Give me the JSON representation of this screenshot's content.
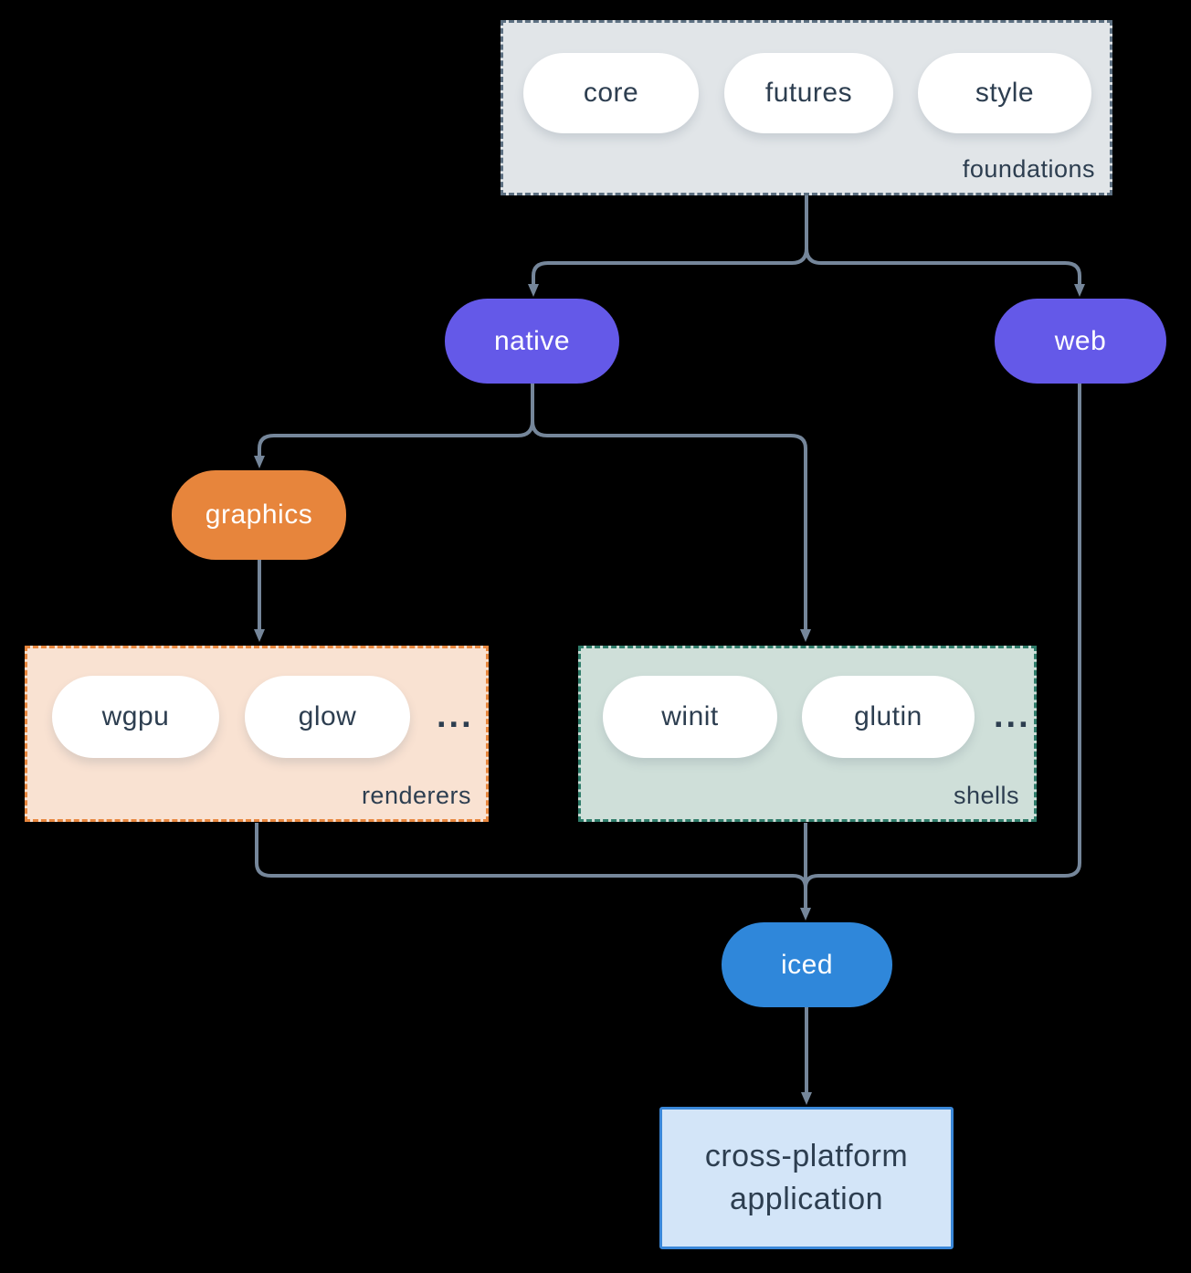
{
  "diagram": {
    "background": "#000000",
    "line_color": "#75869a",
    "text_color": "#2d3e50",
    "groups": {
      "foundations": {
        "label": "foundations",
        "pills": [
          "core",
          "futures",
          "style"
        ],
        "bg": "#e1e5e8",
        "border": "#5d7082"
      },
      "renderers": {
        "label": "renderers",
        "pills": [
          "wgpu",
          "glow"
        ],
        "ellipsis": "...",
        "bg": "#f9e2d2",
        "border": "#e8873e"
      },
      "shells": {
        "label": "shells",
        "pills": [
          "winit",
          "glutin"
        ],
        "ellipsis": "...",
        "bg": "#cfdfd9",
        "border": "#2f7c6a"
      }
    },
    "nodes": {
      "native": {
        "label": "native",
        "color": "#6459e8"
      },
      "web": {
        "label": "web",
        "color": "#6459e8"
      },
      "graphics": {
        "label": "graphics",
        "color": "#e7853c"
      },
      "iced": {
        "label": "iced",
        "color": "#2f87da"
      },
      "application": {
        "label_line1": "cross-platform",
        "label_line2": "application",
        "bg": "#d3e5f8",
        "border": "#3a87d8"
      }
    }
  }
}
